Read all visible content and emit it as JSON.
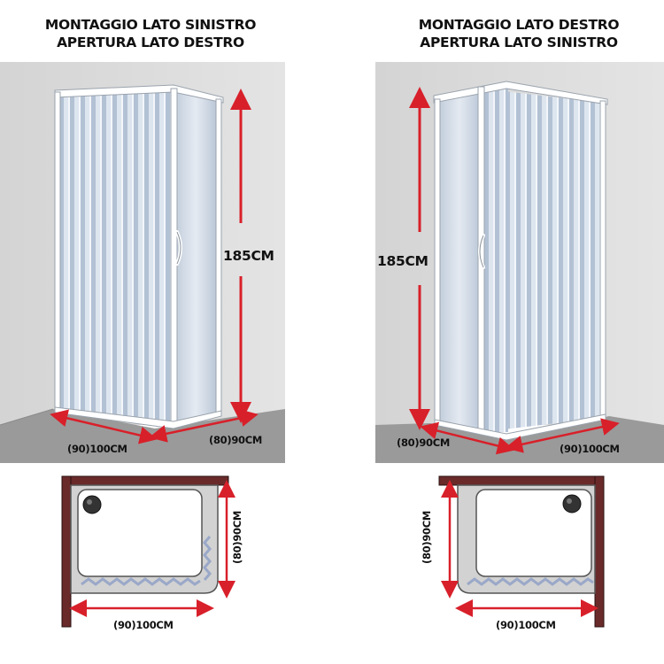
{
  "left": {
    "title_line1": "MONTAGGIO LATO SINISTRO",
    "title_line2": "APERTURA LATO DESTRO",
    "height_label": "185CM",
    "front_width_label": "(90)100CM",
    "side_width_label": "(80)90CM",
    "plan_depth_label": "(80)90CM",
    "plan_width_label": "(90)100CM"
  },
  "right": {
    "title_line1": "MONTAGGIO LATO DESTRO",
    "title_line2": "APERTURA LATO SINISTRO",
    "height_label": "185CM",
    "side_width_label": "(80)90CM",
    "front_width_label": "(90)100CM",
    "plan_depth_label": "(80)90CM",
    "plan_width_label": "(90)100CM"
  },
  "colors": {
    "wall": "#dcdcdc",
    "floor": "#9a9a9a",
    "profile": "#ffffff",
    "panel": "#c7d3e3",
    "arrow": "#d8202a",
    "plan_wall": "#6a2a2a",
    "tray": "#d2d2d2"
  }
}
